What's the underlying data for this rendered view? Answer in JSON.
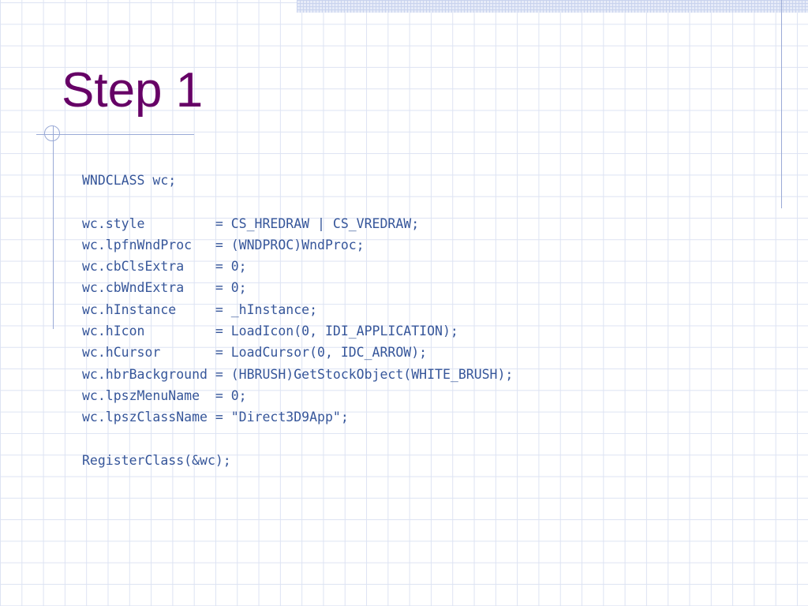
{
  "slide": {
    "title": "Step 1",
    "code_lines": [
      "WNDCLASS wc;",
      "",
      "wc.style         = CS_HREDRAW | CS_VREDRAW;",
      "wc.lpfnWndProc   = (WNDPROC)WndProc;",
      "wc.cbClsExtra    = 0;",
      "wc.cbWndExtra    = 0;",
      "wc.hInstance     = _hInstance;",
      "wc.hIcon         = LoadIcon(0, IDI_APPLICATION);",
      "wc.hCursor       = LoadCursor(0, IDC_ARROW);",
      "wc.hbrBackground = (HBRUSH)GetStockObject(WHITE_BRUSH);",
      "wc.lpszMenuName  = 0;",
      "wc.lpszClassName = \"Direct3D9App\";",
      "",
      "RegisterClass(&wc);"
    ]
  },
  "colors": {
    "title": "#660066",
    "code": "#36569a",
    "grid": "#dde3f3",
    "accent_rule": "#9aaad6"
  }
}
